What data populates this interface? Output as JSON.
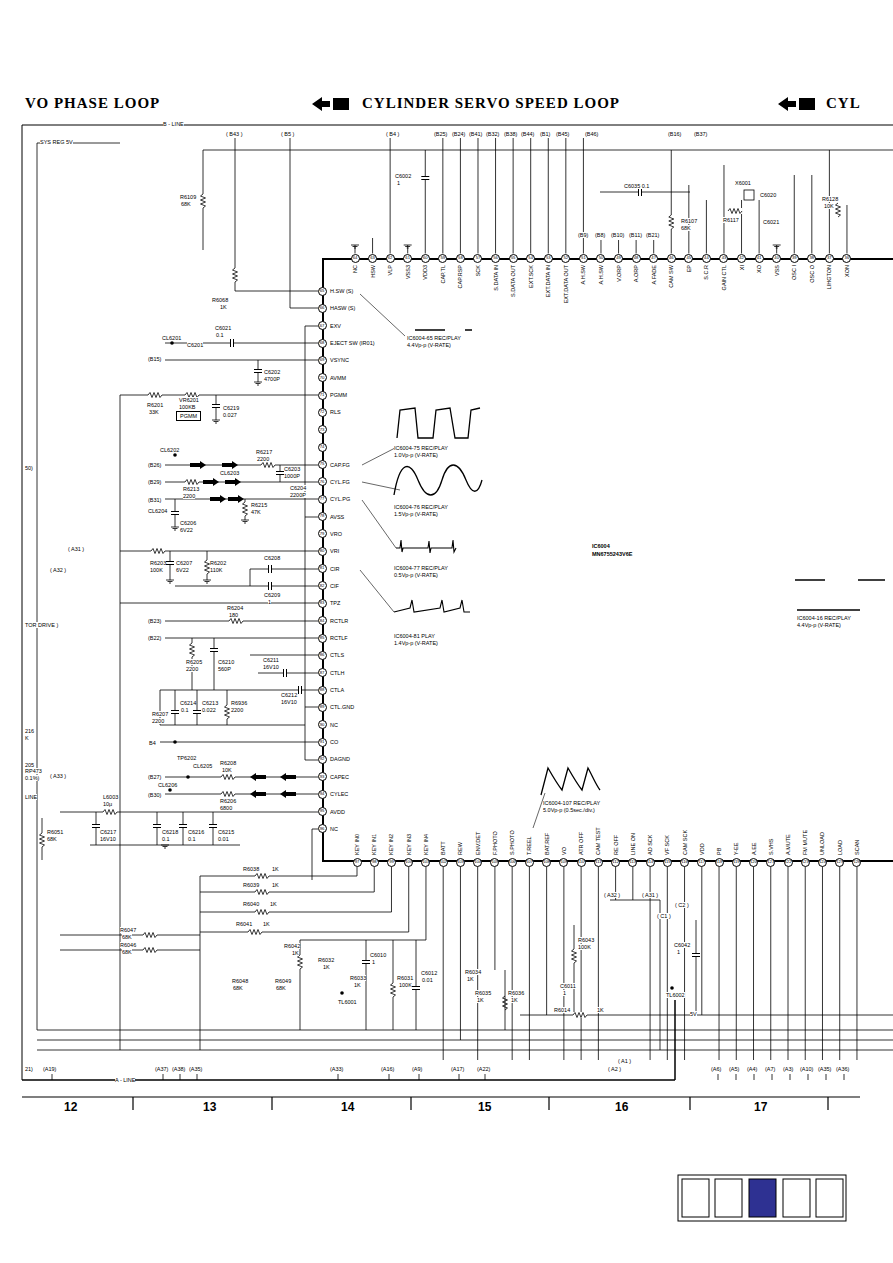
{
  "diagram": {
    "nodes": [
      {
        "text": [
          "IC6004",
          "MN6755243V6E"
        ]
      },
      {
        "text": [
          "PGMM"
        ]
      }
    ],
    "labels": [
      "64",
      "NC",
      "63",
      "HSW",
      "62",
      "VLP",
      "61",
      "VSS3",
      "60",
      "VDD3",
      "59",
      "CAP.TL",
      "58",
      "CAP.RSP",
      "57",
      "SCK",
      "56",
      "S.DATA IN",
      "55",
      "S.DATA OUT",
      "54",
      "EXT.SCK",
      "53",
      "EXT.DATA IN",
      "52",
      "EXT.DATA OUT",
      "51",
      "A.H.SW",
      "50",
      "A.H.SW",
      "49",
      "V.ORP",
      "48",
      "A.ORP",
      "47",
      "A.FADE",
      "46",
      "CAM SW",
      "45",
      "EP",
      "44",
      "S.C.R",
      "43",
      "GAIN CTL",
      "42",
      "XI",
      "41",
      "XO",
      "40",
      "VSS",
      "39",
      "OSC I",
      "38",
      "OSC O",
      "37",
      "LIHGTON",
      "36",
      "XON",
      "65",
      "H.SW (S)",
      "66",
      "HASW (S)",
      "67",
      "EXV",
      "68",
      "EJECT SW (IR01)",
      "69",
      "VSYNC",
      "70",
      "AVMM",
      "71",
      "PGMM",
      "72",
      "RLS",
      "73",
      "74",
      "75",
      "CAP.FG",
      "76",
      "CYL.FG",
      "77",
      "CYL.PG",
      "78",
      "AVSS",
      "79",
      "VRO",
      "80",
      "VRI",
      "81",
      "CIR",
      "82",
      "CIF",
      "83",
      "TPZ",
      "84",
      "RCTLR",
      "85",
      "RCTLF",
      "86",
      "CTLS",
      "87",
      "CTLH",
      "88",
      "CTLA",
      "89",
      "CTL.GND",
      "90",
      "NC",
      "91",
      "CO",
      "92",
      "DAGND",
      "93",
      "CAPEC",
      "94",
      "CYLEC",
      "95",
      "AVDD",
      "96",
      "NC",
      "97",
      "KEY IN0",
      "98",
      "KEY IN1",
      "99",
      "KEY IN2",
      "100",
      "KEY IN3",
      "101",
      "KEY IN4",
      "102",
      "BATT",
      "103",
      "REW",
      "104",
      "ENV.DET",
      "105",
      "F.PHOTO",
      "106",
      "S.PHOTO",
      "107",
      "T.REEL",
      "108",
      "BAT.REF",
      "109",
      "VO",
      "110",
      "ATR OFF",
      "111",
      "CAM TEST",
      "112",
      "RE OFF",
      "113",
      "LINE ON",
      "114",
      "AD SCK",
      "115",
      "VF SCK",
      "116",
      "CAM SCK",
      "117",
      "VDD",
      "118",
      "PB",
      "119",
      "Y-EE",
      "120",
      "A.EE",
      "121",
      "S.VHS",
      "122",
      "A.MUTE",
      "123",
      "FM MUTE",
      "124",
      "UNLOAD",
      "125",
      "LOAD",
      "126",
      "SCAN",
      "VO PHASE LOOP",
      "CYLINDER SERVO SPEED LOOP",
      "CYL",
      "B - LINE",
      "SYS REG 5V",
      "( B43 )",
      "( B5 )",
      "( B4 )",
      "(B25)",
      "(B24)",
      "(B41)",
      "(B32)",
      "(B38)",
      "(B44)",
      "(B1)",
      "(B45)",
      "(B46)",
      "(B16)",
      "(B37)",
      "C6002",
      "1",
      "C6035 0.1",
      "X6001",
      "C6020",
      "R6109",
      "68K",
      "(B9)",
      "(B8)",
      "(B10)",
      "(B11)",
      "(B21)",
      "R6107",
      "68K",
      "R6117",
      "C6021",
      "R6128",
      "10K",
      "R6068",
      "1K",
      "CL6201",
      "C6021",
      "0.1",
      "C6201",
      "(B15)",
      "C6202",
      "4700P",
      "R6201",
      "33K",
      "VR6201",
      "100KB",
      "C6219",
      "0.027",
      "CL6202",
      "R6217",
      "2200",
      "(B26)",
      "CL6203",
      "C6203",
      "1000P",
      "(B29)",
      "C6204",
      "2200P",
      "R6213",
      "2200",
      "(B31)",
      "CL6204",
      "R6215",
      "47K",
      "C6206",
      "6V22",
      "R6203",
      "100K",
      "C6207",
      "6V22",
      "R6202",
      "110K",
      "C6208",
      "C6209",
      "1",
      "(B23)",
      "R6204",
      "180",
      "(B22)",
      "R6205",
      "2200",
      "C6210",
      "560P",
      "C6211",
      "16V10",
      "C6212",
      "16V10",
      "R6207",
      "2200",
      "C6214",
      "0.1",
      "C6213",
      "0.022",
      "R6936",
      "2200",
      "B4",
      "TP6202",
      "CL6205",
      "R6208",
      "10K",
      "(B27)",
      "CL6206",
      "(B30)",
      "R6206",
      "6800",
      "L6003",
      "10μ",
      "C6217",
      "16V10",
      "C6218",
      "0.1",
      "C6216",
      "0.1",
      "C6215",
      "0.01",
      "R6051",
      "68K",
      "( A31 )",
      "( A32 )",
      "50)",
      "TOR DRIVE )",
      "216",
      "K",
      "205",
      "RP473",
      "0.1%)",
      "( A33 )",
      "LINE",
      "R6038",
      "1K",
      "R6039",
      "1K",
      "R6040",
      "1K",
      "R6041",
      "1K",
      "R6047",
      "68K",
      "R6046",
      "68K",
      "R6042",
      "1K",
      "C6010",
      "1",
      "R6032",
      "1K",
      "R6033",
      "1K",
      "R6031",
      "100K",
      "C6012",
      "0.01",
      "R6048",
      "68K",
      "R6049",
      "68K",
      "TL6001",
      "R6034",
      "1K",
      "R6035",
      "1K",
      "R6036",
      "1K",
      "R6043",
      "100K",
      "C6011",
      "1",
      "R6014",
      "1K",
      "( A1 )",
      "( A2 )",
      "( A32 )",
      "( A31 )",
      "( C1 )",
      "( C2 )",
      "C6042",
      "1",
      "TL6002",
      "5V",
      "21)",
      "(A19)",
      "(A37)",
      "(A38)",
      "(A35)",
      "(A33)",
      "(A16)",
      "(A9)",
      "(A17)",
      "(A22)",
      "(A6)",
      "(A5)",
      "(A4)",
      "(A7)",
      "(A3)",
      "(A10)",
      "(A35)",
      "(A36)",
      "A - LINE",
      "12",
      "13",
      "14",
      "15",
      "16",
      "17",
      "IC6004-65 REC/PLAY",
      "4.4Vp-p (V-RATE)",
      "IC6004-75 REC/PLAY",
      "1.0Vp-p (V-RATE)",
      "IC6004-76 REC/PLAY",
      "1.5Vp-p (V-RATE)",
      "IC6004-77 REC/PLAY",
      "0.5Vp-p (V-RATE)",
      "IC6004-81 PLAY",
      "1.4Vp-p (V-RATE)",
      "IC6004-16 REC/PLAY",
      "4.4Vp-p (V-RATE)",
      "IC6004-107 REC/PLAY",
      "5.0Vp-p (0.5sec./div.)"
    ]
  }
}
